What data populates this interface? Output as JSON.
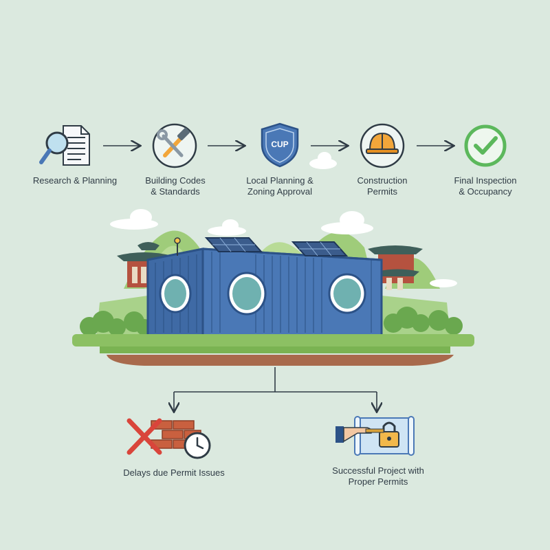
{
  "steps": [
    {
      "label": "Research & Planning",
      "icon": "document-magnifier-icon"
    },
    {
      "label": "Building Codes\n& Standards",
      "icon": "hammer-wrench-icon"
    },
    {
      "label": "Local Planning &\nZoning Approval",
      "icon": "shield-icon",
      "badge": "CUP"
    },
    {
      "label": "Construction\nPermits",
      "icon": "hard-hat-icon"
    },
    {
      "label": "Final Inspection\n& Occupancy",
      "icon": "checkmark-circle-icon"
    }
  ],
  "outcomes": [
    {
      "label": "Delays due Permit Issues",
      "icon": "delay-bricks-clock-icon"
    },
    {
      "label": "Successful Project with\nProper Permits",
      "icon": "key-unlock-blueprint-icon"
    }
  ],
  "colors": {
    "background": "#dbe9df",
    "container_blue": "#4a78b6",
    "container_dark": "#2c5287",
    "grass": "#8cc063",
    "soil": "#a86a4c",
    "check_green": "#5cb85c",
    "cross_red": "#d9453b",
    "hardhat_orange": "#f2a63a"
  }
}
